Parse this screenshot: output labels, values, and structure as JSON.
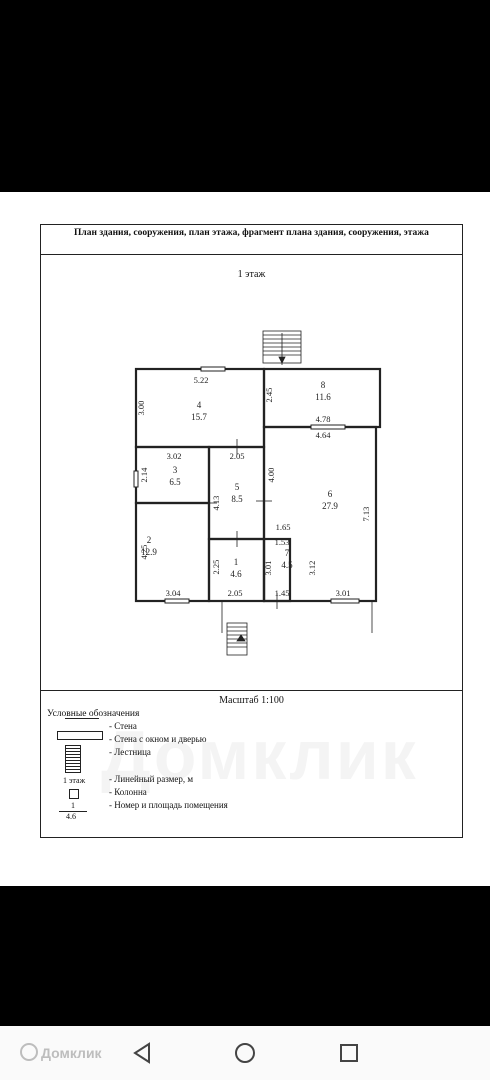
{
  "header": {
    "title": "План здания, сооружения, план этажа, фрагмент плана здания, сооружения, этажа"
  },
  "floor_label": "1 этаж",
  "watermark": "Домклик",
  "rooms": [
    {
      "number": "4",
      "area": "15.7"
    },
    {
      "number": "8",
      "area": "11.6"
    },
    {
      "number": "3",
      "area": "6.5"
    },
    {
      "number": "5",
      "area": "8.5"
    },
    {
      "number": "6",
      "area": "27.9"
    },
    {
      "number": "2",
      "area": "12.9"
    },
    {
      "number": "1",
      "area": "4.6"
    },
    {
      "number": "7",
      "area": "4.5"
    }
  ],
  "dimensions": {
    "d_5_22": "5.22",
    "d_3_00": "3.00",
    "d_2_45": "2.45",
    "d_4_78": "4.78",
    "d_4_64": "4.64",
    "d_3_02": "3.02",
    "d_2_05_top": "2.05",
    "d_2_14": "2.14",
    "d_4_00": "4.00",
    "d_4_13": "4.13",
    "d_7_13": "7.13",
    "d_1_65": "1.65",
    "d_1_53": "1.53",
    "d_4_25": "4.25",
    "d_2_25": "2.25",
    "d_3_01_left": "3.01",
    "d_3_12": "3.12",
    "d_3_04": "3.04",
    "d_2_05_bottom": "2.05",
    "d_1_45": "1.45",
    "d_3_01_bottom": "3.01"
  },
  "scale": "Масштаб 1:100",
  "legend": {
    "title": "Условные обозначения",
    "items": [
      {
        "label": "- Стена"
      },
      {
        "label": "- Стена с окном и дверью"
      },
      {
        "label": "- Лестница"
      },
      {
        "label": "- Линейный размер, м"
      },
      {
        "label": "- Колонна"
      },
      {
        "label": "- Номер и площадь помещения"
      }
    ],
    "sample_floor": "1 этаж",
    "sample_number": "1",
    "sample_area": "4.6"
  },
  "navbar": {
    "brand": "Домклик",
    "icons": [
      "back-icon",
      "home-icon",
      "recents-icon"
    ]
  }
}
